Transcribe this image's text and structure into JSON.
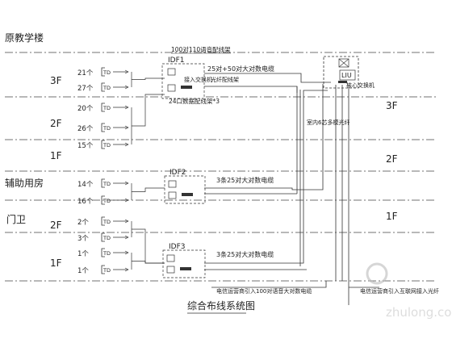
{
  "title": "综合布线系统图",
  "buildings": [
    "原教学楼",
    "辅助用房",
    "门卫"
  ],
  "left_floors": [
    "3F",
    "2F",
    "1F",
    "2F",
    "1F"
  ],
  "right_floors": [
    "3F",
    "2F",
    "1F"
  ],
  "outlet_label": "TD",
  "outlets": [
    {
      "count": "21个"
    },
    {
      "count": "27个"
    },
    {
      "count": "20个"
    },
    {
      "count": "26个"
    },
    {
      "count": "15个"
    },
    {
      "count": "14个"
    },
    {
      "count": "16个"
    },
    {
      "count": "2个"
    },
    {
      "count": "3个"
    },
    {
      "count": "1个"
    },
    {
      "count": "1个"
    }
  ],
  "idf": [
    "IDF1",
    "IDF2",
    "IDF3"
  ],
  "labels": {
    "idf1_top": "100对110语音配线架",
    "idf1_cable": "25对+50对大对数电缆",
    "idf1_switch": "接入交换机",
    "idf1_fiber": "光纤配线架",
    "idf1_patch": "24口数据配线架*3",
    "idf2_cable": "3条25对大对数电缆",
    "idf3_cable": "3条25对大对数电缆",
    "fiber_note": "室内6芯多模光纤",
    "liu": "LIU",
    "core_switch": "核心交换机",
    "bottom_note1": "电信运营商引入100对语音大对数电缆",
    "bottom_note2": "电信运营商引入互联网接入光纤"
  },
  "watermark": "zhulong.com"
}
